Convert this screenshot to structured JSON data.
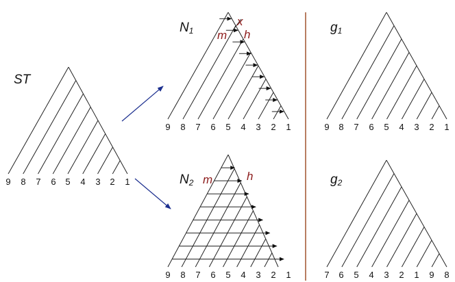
{
  "colors": {
    "highlight": "#8b1a1a",
    "arrow": "#1c2f8f",
    "divider": "#a0522d"
  },
  "panels": {
    "st": {
      "title": "ST",
      "leaves": [
        "9",
        "8",
        "7",
        "6",
        "5",
        "4",
        "3",
        "2",
        "1"
      ]
    },
    "n1": {
      "title": "N",
      "sub": "1",
      "leaves": [
        "9",
        "8",
        "7",
        "6",
        "5",
        "4",
        "3",
        "2",
        "1"
      ],
      "labels": {
        "m": "m",
        "h": "h",
        "x": "x"
      }
    },
    "n2": {
      "title": "N",
      "sub": "2",
      "leaves": [
        "9",
        "8",
        "7",
        "6",
        "5",
        "4",
        "3",
        "2",
        "1"
      ],
      "labels": {
        "m": "m",
        "h": "h"
      }
    },
    "g1": {
      "title": "g",
      "sub": "1",
      "leaves": [
        "9",
        "8",
        "7",
        "6",
        "5",
        "4",
        "3",
        "2",
        "1"
      ]
    },
    "g2": {
      "title": "g",
      "sub": "2",
      "leaves": [
        "7",
        "6",
        "5",
        "4",
        "3",
        "2",
        "1",
        "9",
        "8"
      ]
    }
  }
}
